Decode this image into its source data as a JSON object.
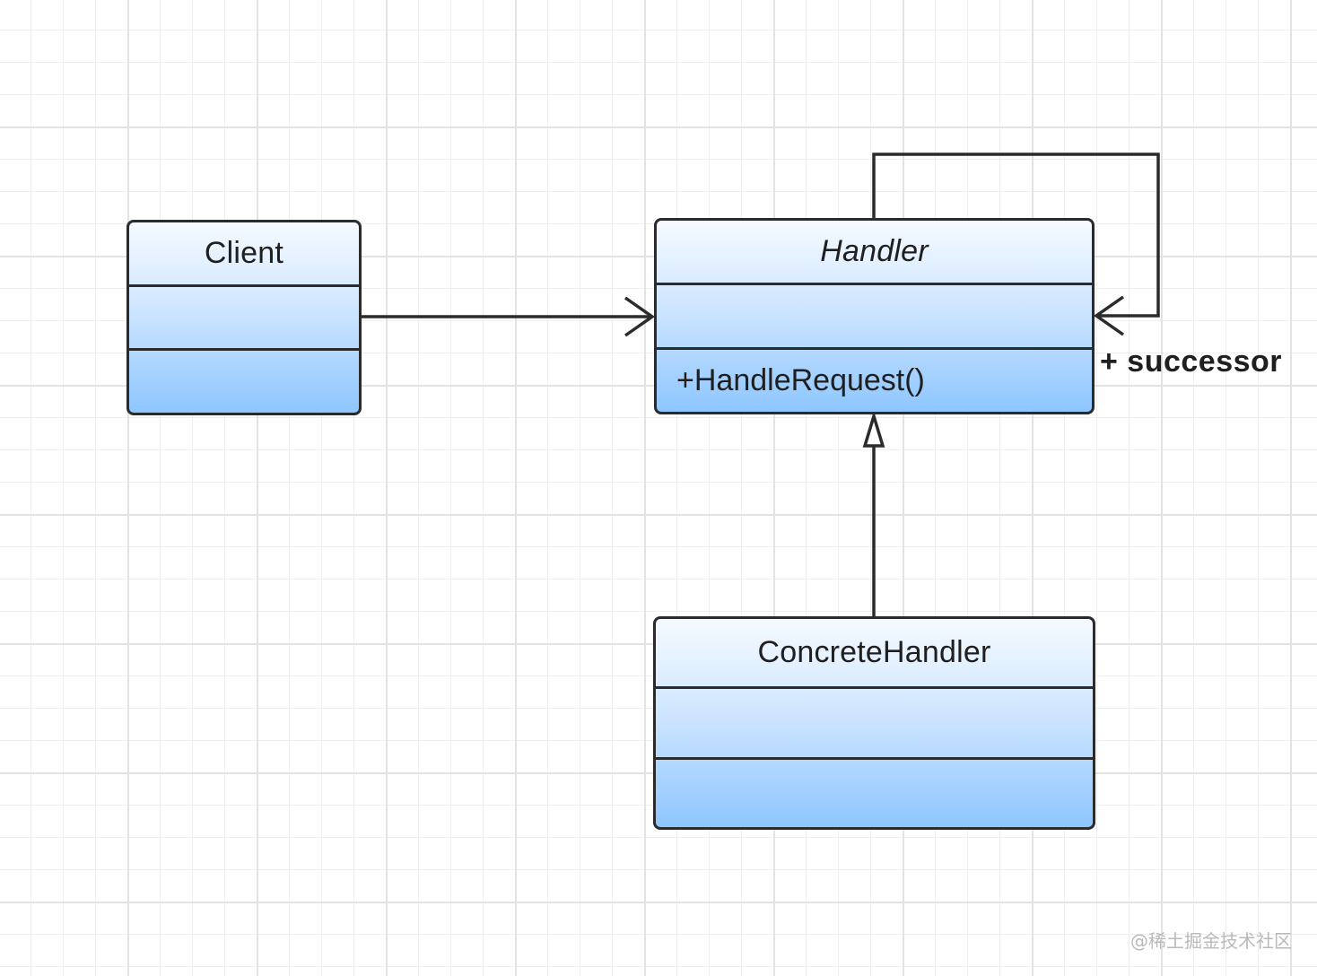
{
  "classes": {
    "client": {
      "name": "Client",
      "attributes": "",
      "operations": ""
    },
    "handler": {
      "name": "Handler",
      "attributes": "",
      "operations": "+HandleRequest()"
    },
    "concrete_handler": {
      "name": "ConcreteHandler",
      "attributes": "",
      "operations": ""
    }
  },
  "relationships": {
    "self_association_label": "+ successor"
  },
  "watermark": "@稀土掘金技术社区",
  "colors": {
    "line": "#2b2b2b",
    "fill_top": "#f5faff",
    "fill_bottom": "#8ec6ff"
  }
}
